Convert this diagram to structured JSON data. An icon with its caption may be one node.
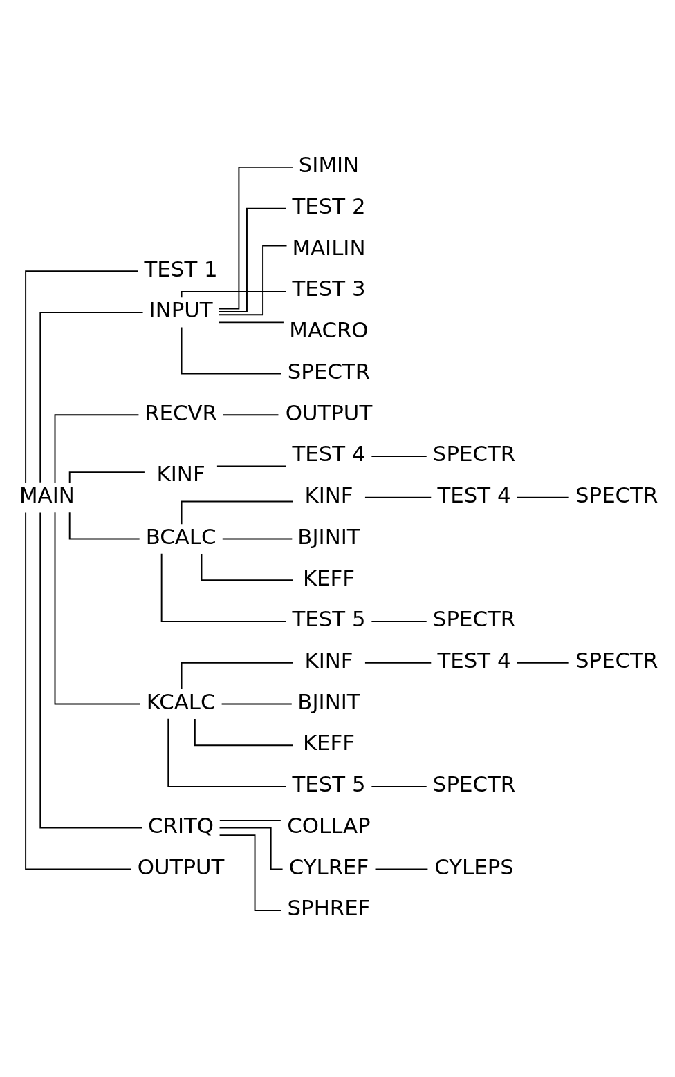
{
  "diagram": {
    "nodes": [
      {
        "text": [
          "MAIN"
        ]
      },
      {
        "text": [
          "TEST 1"
        ]
      },
      {
        "text": [
          "INPUT"
        ]
      },
      {
        "text": [
          "SIMIN"
        ]
      },
      {
        "text": [
          "TEST 2"
        ]
      },
      {
        "text": [
          "MAILIN"
        ]
      },
      {
        "text": [
          "TEST 3"
        ]
      },
      {
        "text": [
          "MACRO"
        ]
      },
      {
        "text": [
          "SPECTR"
        ]
      },
      {
        "text": [
          "RECVR"
        ]
      },
      {
        "text": [
          "OUTPUT"
        ]
      },
      {
        "text": [
          "KINF"
        ]
      },
      {
        "text": [
          "TEST 4"
        ]
      },
      {
        "text": [
          "SPECTR"
        ]
      },
      {
        "text": [
          "BCALC"
        ]
      },
      {
        "text": [
          "KINF"
        ]
      },
      {
        "text": [
          "TEST 4"
        ]
      },
      {
        "text": [
          "SPECTR"
        ]
      },
      {
        "text": [
          "BJINIT"
        ]
      },
      {
        "text": [
          "KEFF"
        ]
      },
      {
        "text": [
          "TEST 5"
        ]
      },
      {
        "text": [
          "SPECTR"
        ]
      },
      {
        "text": [
          "KCALC"
        ]
      },
      {
        "text": [
          "KINF"
        ]
      },
      {
        "text": [
          "TEST 4"
        ]
      },
      {
        "text": [
          "SPECTR"
        ]
      },
      {
        "text": [
          "BJINIT"
        ]
      },
      {
        "text": [
          "KEFF"
        ]
      },
      {
        "text": [
          "TEST 5"
        ]
      },
      {
        "text": [
          "SPECTR"
        ]
      },
      {
        "text": [
          "CRITQ"
        ]
      },
      {
        "text": [
          "COLLAP"
        ]
      },
      {
        "text": [
          "CYLREF"
        ]
      },
      {
        "text": [
          "CYLEPS"
        ]
      },
      {
        "text": [
          "SPHREF"
        ]
      },
      {
        "text": [
          "OUTPUT"
        ]
      }
    ],
    "edges": [
      {
        "from": 0,
        "to": 1,
        "arrow": "none"
      },
      {
        "from": 0,
        "to": 2,
        "arrow": "none"
      },
      {
        "from": 2,
        "to": 3,
        "arrow": "none"
      },
      {
        "from": 2,
        "to": 4,
        "arrow": "none"
      },
      {
        "from": 2,
        "to": 5,
        "arrow": "none"
      },
      {
        "from": 2,
        "to": 6,
        "arrow": "none"
      },
      {
        "from": 2,
        "to": 7,
        "arrow": "none"
      },
      {
        "from": 2,
        "to": 8,
        "arrow": "none"
      },
      {
        "from": 0,
        "to": 9,
        "arrow": "none"
      },
      {
        "from": 9,
        "to": 10,
        "arrow": "none"
      },
      {
        "from": 0,
        "to": 11,
        "arrow": "none"
      },
      {
        "from": 11,
        "to": 12,
        "arrow": "none"
      },
      {
        "from": 12,
        "to": 13,
        "arrow": "none"
      },
      {
        "from": 0,
        "to": 14,
        "arrow": "none"
      },
      {
        "from": 14,
        "to": 15,
        "arrow": "none"
      },
      {
        "from": 15,
        "to": 16,
        "arrow": "none"
      },
      {
        "from": 16,
        "to": 17,
        "arrow": "none"
      },
      {
        "from": 14,
        "to": 18,
        "arrow": "none"
      },
      {
        "from": 14,
        "to": 19,
        "arrow": "none"
      },
      {
        "from": 14,
        "to": 20,
        "arrow": "none"
      },
      {
        "from": 20,
        "to": 21,
        "arrow": "none"
      },
      {
        "from": 0,
        "to": 22,
        "arrow": "none"
      },
      {
        "from": 22,
        "to": 23,
        "arrow": "none"
      },
      {
        "from": 23,
        "to": 24,
        "arrow": "none"
      },
      {
        "from": 24,
        "to": 25,
        "arrow": "none"
      },
      {
        "from": 22,
        "to": 26,
        "arrow": "none"
      },
      {
        "from": 22,
        "to": 27,
        "arrow": "none"
      },
      {
        "from": 22,
        "to": 28,
        "arrow": "none"
      },
      {
        "from": 28,
        "to": 29,
        "arrow": "none"
      },
      {
        "from": 0,
        "to": 30,
        "arrow": "none"
      },
      {
        "from": 30,
        "to": 31,
        "arrow": "none"
      },
      {
        "from": 30,
        "to": 32,
        "arrow": "none"
      },
      {
        "from": 32,
        "to": 33,
        "arrow": "none"
      },
      {
        "from": 30,
        "to": 34,
        "arrow": "none"
      },
      {
        "from": 0,
        "to": 35,
        "arrow": "none"
      }
    ]
  }
}
